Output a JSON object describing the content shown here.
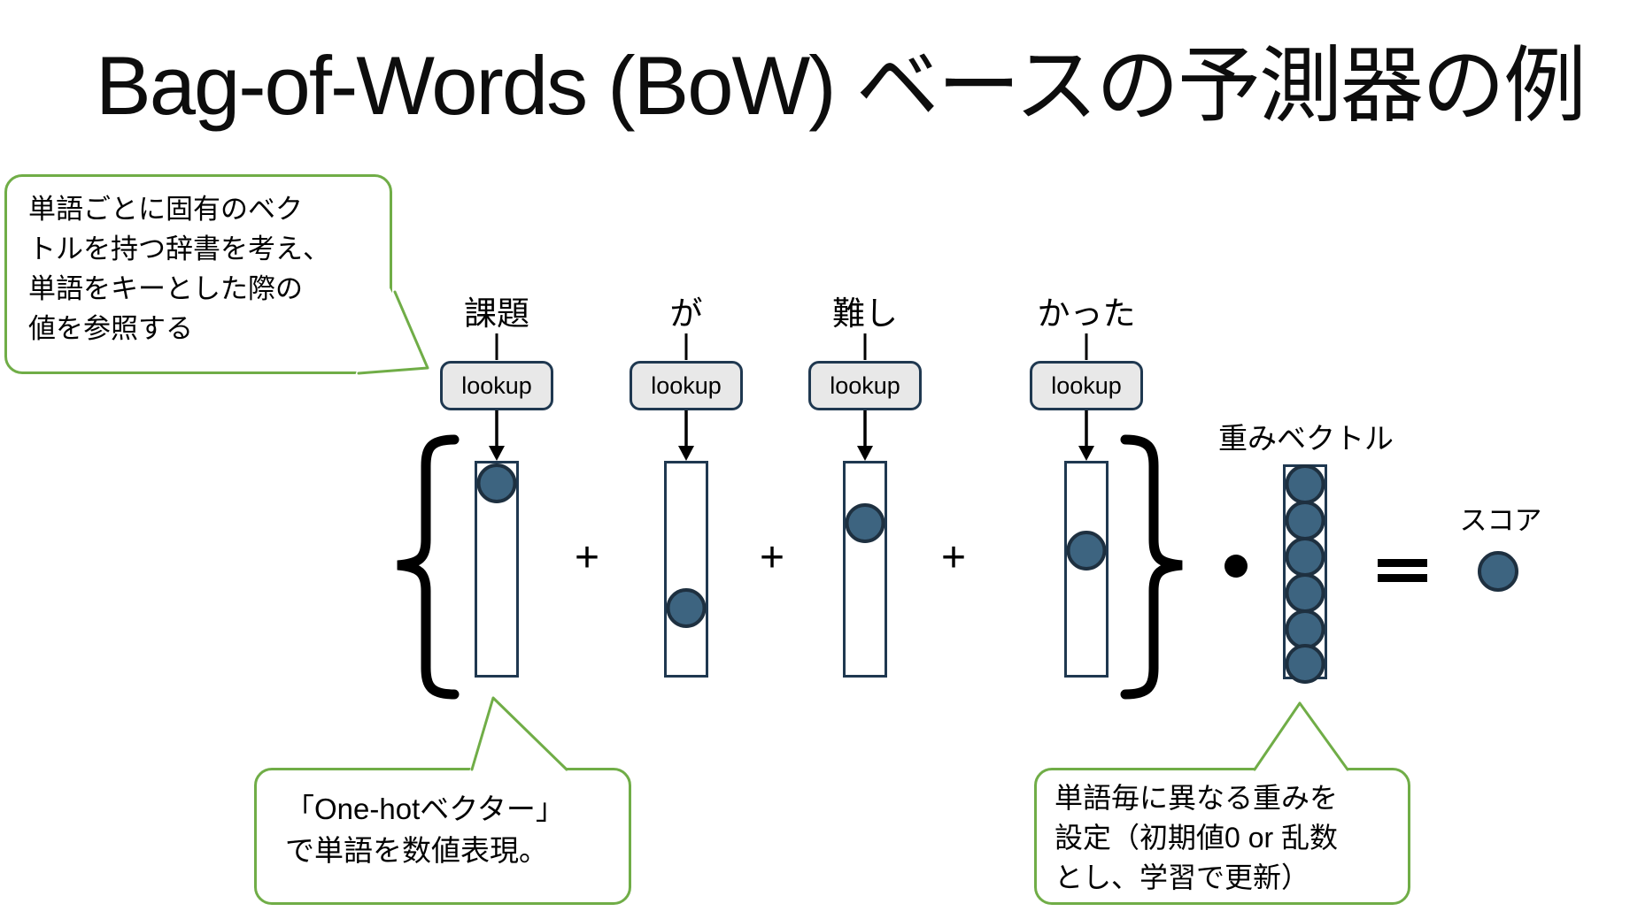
{
  "title": "Bag-of-Words (BoW) ベースの予測器の例",
  "callouts": {
    "dictionary": {
      "lines": [
        "単語ごとに固有のベク",
        "トルを持つ辞書を考え、",
        "単語をキーとした際の",
        "値を参照する"
      ]
    },
    "onehot": {
      "lines": [
        "「One-hotベクター」",
        "で単語を数値表現。"
      ]
    },
    "weights": {
      "lines": [
        "単語毎に異なる重みを",
        "設定（初期値0 or 乱数",
        "とし、学習で更新）"
      ]
    }
  },
  "words": [
    {
      "label": "課題",
      "lookup_label": "lookup",
      "hot_cell": 1
    },
    {
      "label": "が",
      "lookup_label": "lookup",
      "hot_cell": 5
    },
    {
      "label": "難し",
      "lookup_label": "lookup",
      "hot_cell": 2
    },
    {
      "label": "かった",
      "lookup_label": "lookup",
      "hot_cell": 3
    }
  ],
  "operators": {
    "plus": "+",
    "equals": "=",
    "dot_product": "·"
  },
  "weight_vector": {
    "label": "重みベクトル",
    "cells": 6
  },
  "score": {
    "label": "スコア"
  },
  "colors": {
    "accent_green": "#70AD47",
    "node_fill": "#3D6480",
    "node_border": "#1E3040",
    "shape_outline": "#1F3850",
    "lookup_fill": "#E8E8E8"
  }
}
